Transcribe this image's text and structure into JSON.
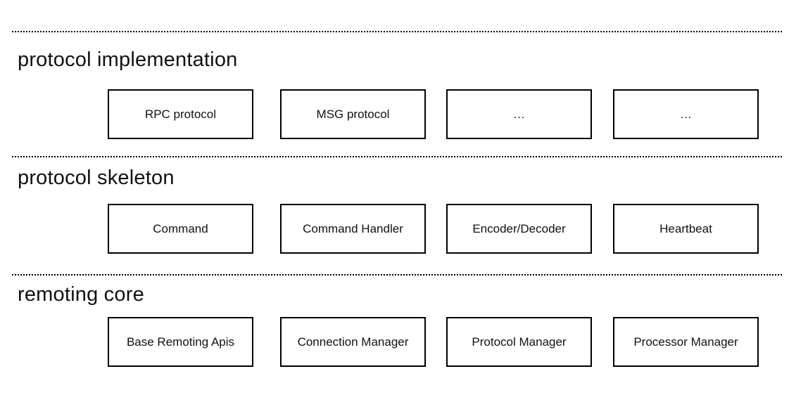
{
  "diagram": {
    "colors": {
      "background": "#ffffff",
      "border": "#000000",
      "text": "#111111",
      "divider": "#000000"
    },
    "layers": [
      {
        "label": "protocol implementation",
        "boxes": [
          "RPC protocol",
          "MSG protocol",
          "…",
          "…"
        ]
      },
      {
        "label": "protocol skeleton",
        "boxes": [
          "Command",
          "Command Handler",
          "Encoder/Decoder",
          "Heartbeat"
        ]
      },
      {
        "label": "remoting core",
        "boxes": [
          "Base Remoting Apis",
          "Connection Manager",
          "Protocol Manager",
          "Processor Manager"
        ]
      }
    ]
  }
}
